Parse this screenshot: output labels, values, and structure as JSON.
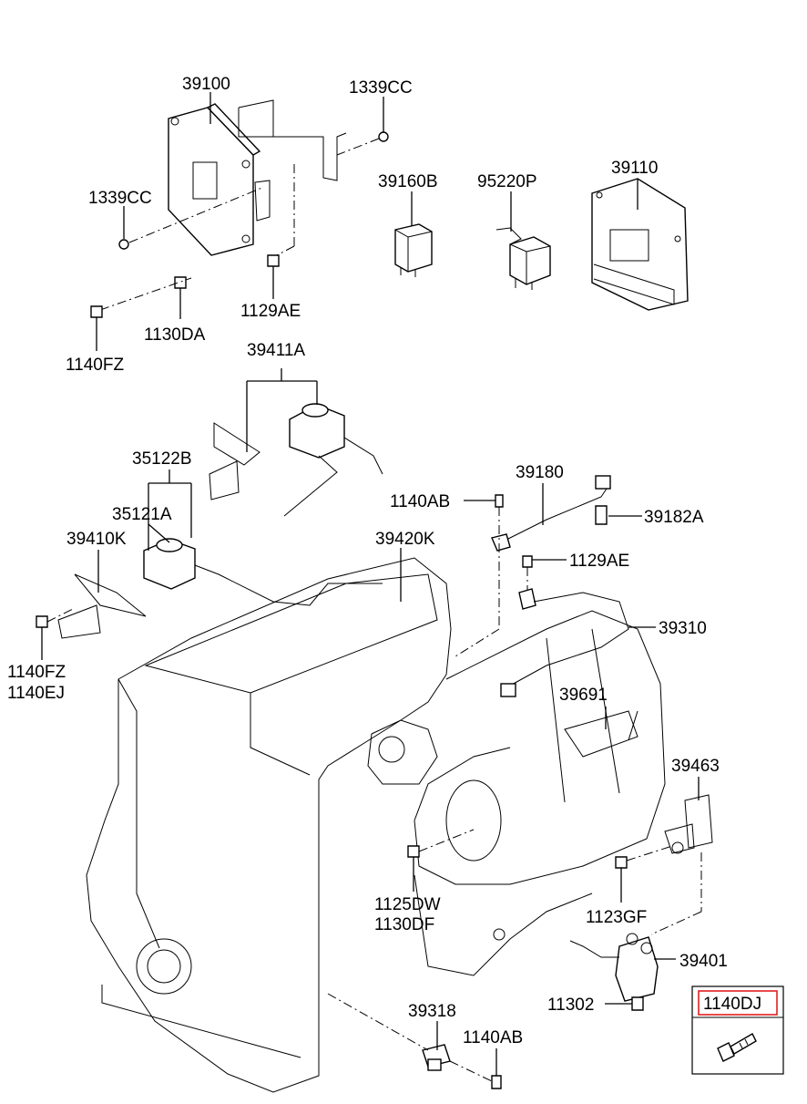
{
  "labels": {
    "l39100": "39100",
    "l1339CC_a": "1339CC",
    "l1339CC_b": "1339CC",
    "l39160B": "39160B",
    "l95220P": "95220P",
    "l39110": "39110",
    "l1129AE_a": "1129AE",
    "l1130DA": "1130DA",
    "l1140FZ_a": "1140FZ",
    "l39411A": "39411A",
    "l35122B": "35122B",
    "l35121A": "35121A",
    "l39410K": "39410K",
    "l1140FZ_b": "1140FZ",
    "l1140EJ": "1140EJ",
    "l39420K": "39420K",
    "l1140AB_a": "1140AB",
    "l39180": "39180",
    "l39182A": "39182A",
    "l1129AE_b": "1129AE",
    "l39310": "39310",
    "l39691": "39691",
    "l39463": "39463",
    "l1125DW": "1125DW",
    "l1130DF": "1130DF",
    "l1123GF": "1123GF",
    "l39401": "39401",
    "l11302": "11302",
    "l39318": "39318",
    "l1140AB_b": "1140AB"
  },
  "legend_box": {
    "part_number": "1140DJ"
  },
  "colors": {
    "highlight_border": "#e02020",
    "line": "#000000"
  }
}
